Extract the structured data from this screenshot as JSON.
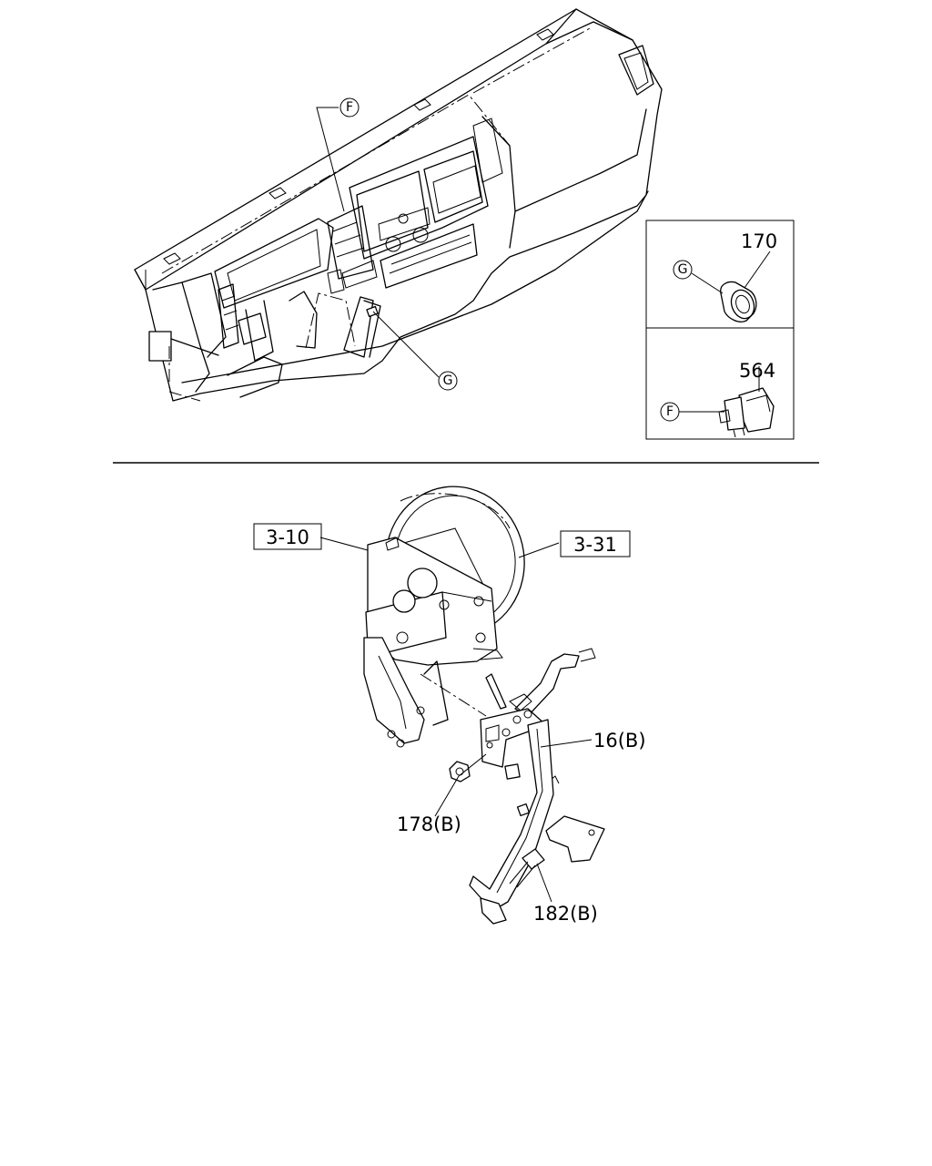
{
  "callouts": {
    "circle_f_top": "F",
    "circle_g_top": "G",
    "circle_g_detail": "G",
    "circle_f_detail": "F"
  },
  "parts": {
    "p170": "170",
    "p564": "564",
    "p16b": "16(B)",
    "p178b": "178(B)",
    "p182b": "182(B)"
  },
  "refs": {
    "r310": "3-10",
    "r331": "3-31"
  }
}
